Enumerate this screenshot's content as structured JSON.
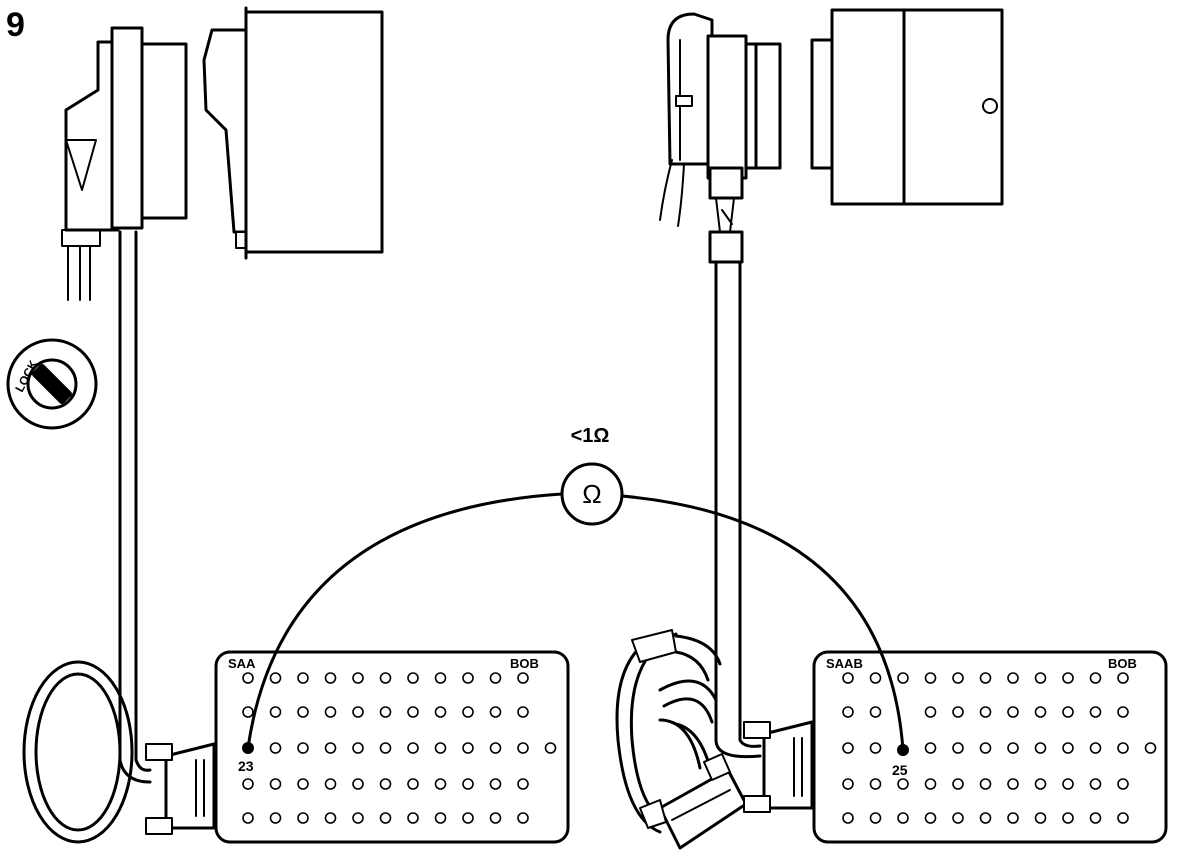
{
  "figure_number": "9",
  "lock_label": "LOCK",
  "measurement_label": "<1Ω",
  "meter_symbol": "Ω",
  "left_box": {
    "brand": "SAA",
    "model": "BOB",
    "pin": "23"
  },
  "right_box": {
    "brand": "SAAB",
    "model": "BOB",
    "pin": "25"
  },
  "colors": {
    "ink": "#000000",
    "paper": "#ffffff"
  }
}
